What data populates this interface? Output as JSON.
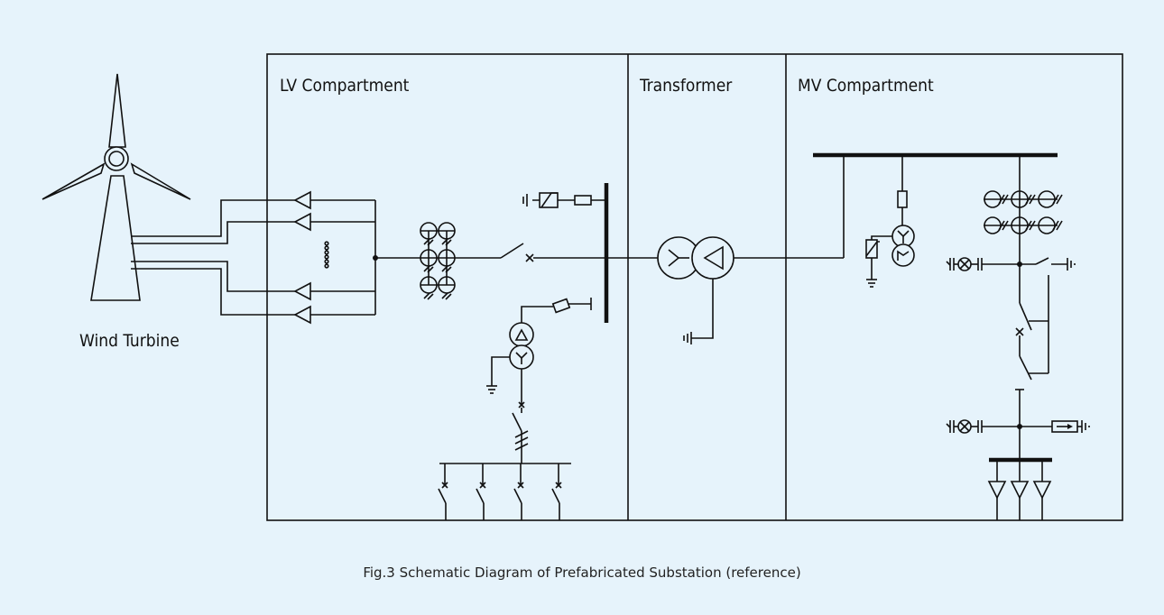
{
  "diagram": {
    "labels": {
      "wind_turbine": "Wind Turbine",
      "lv_compartment": "LV Compartment",
      "transformer": "Transformer",
      "mv_compartment": "MV Compartment"
    },
    "caption": "Fig.3 Schematic Diagram of Prefabricated Substation (reference)",
    "colors": {
      "background": "#e6f3fb",
      "line": "#111111"
    }
  }
}
